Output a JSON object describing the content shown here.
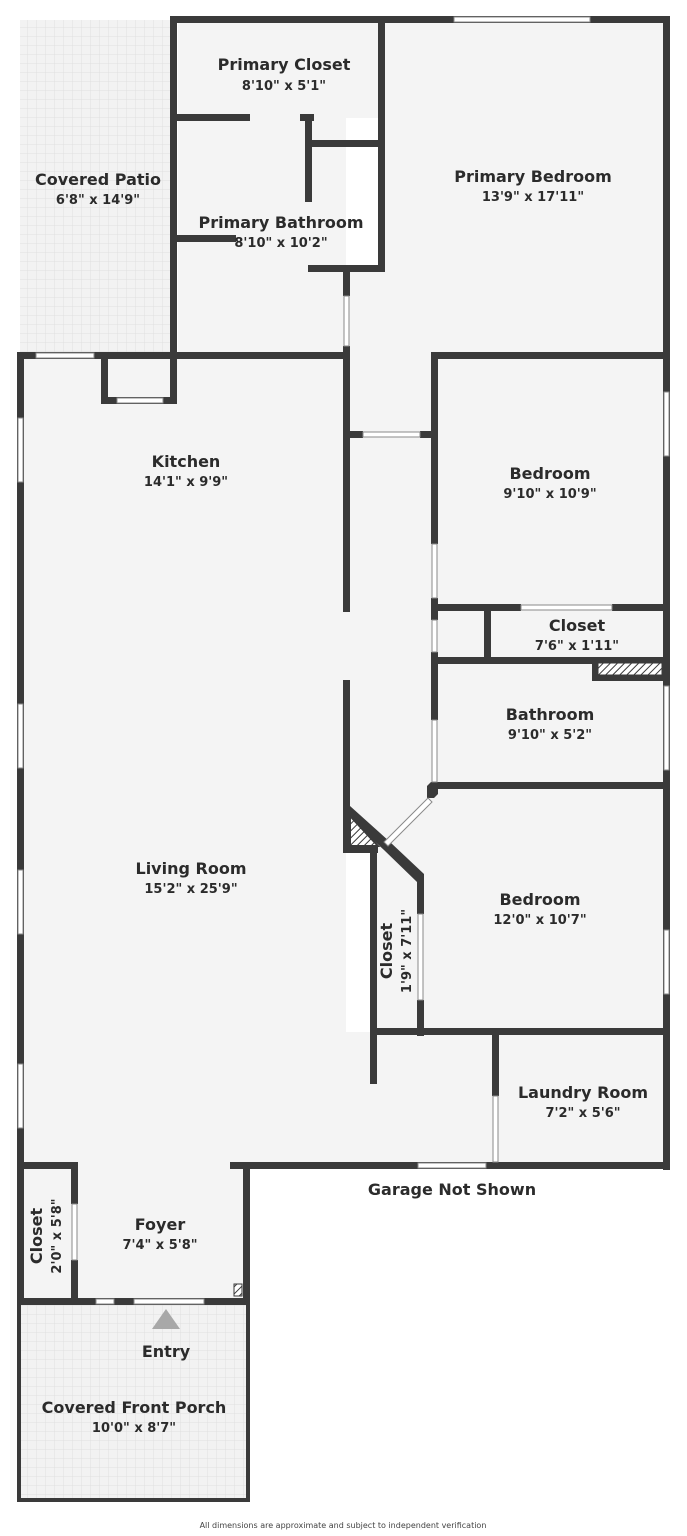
{
  "colors": {
    "wall": "#3a3a3a",
    "floor": "#f4f4f4",
    "patio": "#f2f2f2",
    "patio_tile": "#e2e2e2",
    "text": "#2b2b2b",
    "arrow": "#a8a8a8"
  },
  "rooms": {
    "primary_closet": {
      "name": "Primary Closet",
      "dims": "8'10\" x 5'1\""
    },
    "covered_patio": {
      "name": "Covered Patio",
      "dims": "6'8\" x 14'9\""
    },
    "primary_bedroom": {
      "name": "Primary Bedroom",
      "dims": "13'9\" x 17'11\""
    },
    "primary_bathroom": {
      "name": "Primary Bathroom",
      "dims": "8'10\" x 10'2\""
    },
    "kitchen": {
      "name": "Kitchen",
      "dims": "14'1\" x 9'9\""
    },
    "bedroom_1": {
      "name": "Bedroom",
      "dims": "9'10\" x 10'9\""
    },
    "closet_hall": {
      "name": "Closet",
      "dims": "7'6\" x 1'11\""
    },
    "bathroom": {
      "name": "Bathroom",
      "dims": "9'10\" x 5'2\""
    },
    "living_room": {
      "name": "Living Room",
      "dims": "15'2\" x 25'9\""
    },
    "bedroom_2": {
      "name": "Bedroom",
      "dims": "12'0\" x 10'7\""
    },
    "closet_bedroom": {
      "name": "Closet",
      "dims": "1'9\" x 7'11\""
    },
    "laundry_room": {
      "name": "Laundry Room",
      "dims": "7'2\" x 5'6\""
    },
    "closet_foyer": {
      "name": "Closet",
      "dims": "2'0\" x 5'8\""
    },
    "foyer": {
      "name": "Foyer",
      "dims": "7'4\" x 5'8\""
    },
    "covered_front_porch": {
      "name": "Covered Front Porch",
      "dims": "10'0\" x 8'7\""
    }
  },
  "labels": {
    "garage": "Garage Not Shown",
    "entry": "Entry",
    "disclaimer": "All dimensions are approximate and subject to independent verification"
  }
}
